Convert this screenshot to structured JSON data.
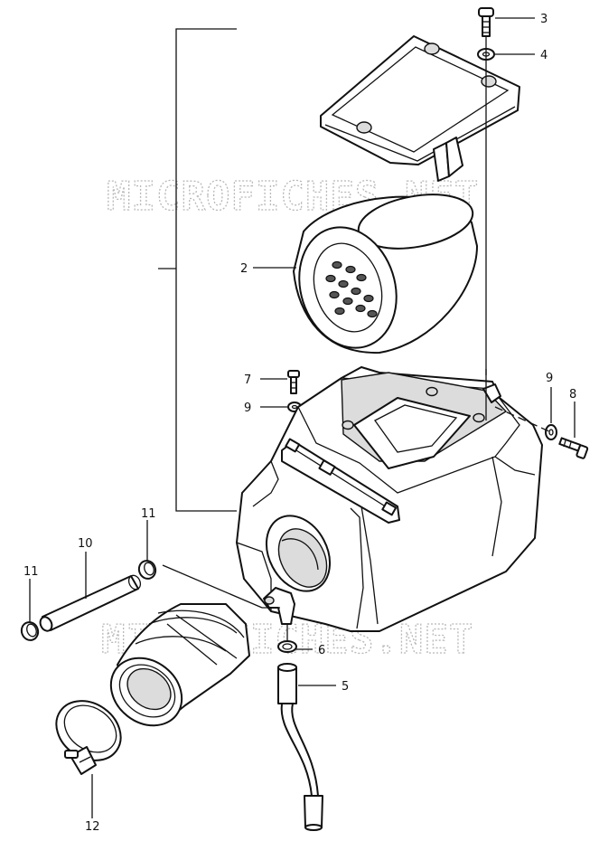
{
  "watermarks": [
    "MICROFICHES.NET",
    "MICROFICHES.NET"
  ],
  "callouts": [
    {
      "id": "3",
      "label": "3"
    },
    {
      "id": "4",
      "label": "4"
    },
    {
      "id": "2",
      "label": "2"
    },
    {
      "id": "7",
      "label": "7"
    },
    {
      "id": "9a",
      "label": "9"
    },
    {
      "id": "9b",
      "label": "9"
    },
    {
      "id": "8",
      "label": "8"
    },
    {
      "id": "10",
      "label": "10"
    },
    {
      "id": "11a",
      "label": "11"
    },
    {
      "id": "11b",
      "label": "11"
    },
    {
      "id": "6",
      "label": "6"
    },
    {
      "id": "5",
      "label": "5"
    },
    {
      "id": "12",
      "label": "12"
    }
  ]
}
